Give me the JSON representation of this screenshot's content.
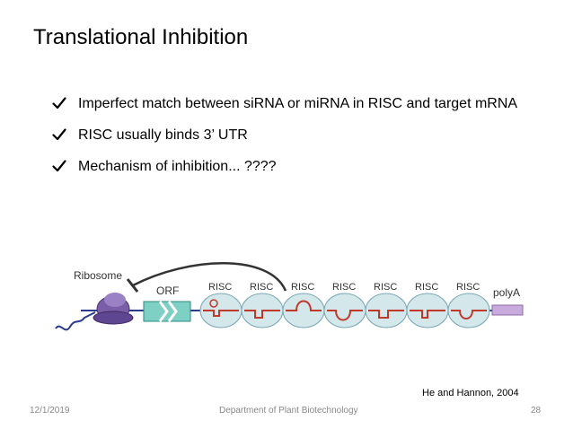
{
  "slide": {
    "title": "Translational Inhibition",
    "bullets": [
      {
        "text": "Imperfect match between siRNA or miRNA in RISC and target mRNA"
      },
      {
        "text": "RISC usually binds 3’ UTR"
      },
      {
        "text": "Mechanism of inhibition... ????"
      }
    ],
    "check_icon": "check-mark-icon",
    "figure": {
      "labels": {
        "ribosome": "Ribosome",
        "orf": "ORF",
        "polya": "polyA",
        "risc": [
          "RISC",
          "RISC",
          "RISC",
          "RISC",
          "RISC",
          "RISC",
          "RISC"
        ]
      },
      "colors": {
        "ribosome": "#7b5ea8",
        "orf": "#7fd0c4",
        "risc": "#d4e8ec",
        "mirna": "#c0392b",
        "polya": "#c9aadc",
        "mrna": "#2a3a8c"
      }
    },
    "reference": "He and Hannon, 2004",
    "footer": {
      "date": "12/1/2019",
      "department": "Department of Plant Biotechnology",
      "page": "28"
    }
  }
}
